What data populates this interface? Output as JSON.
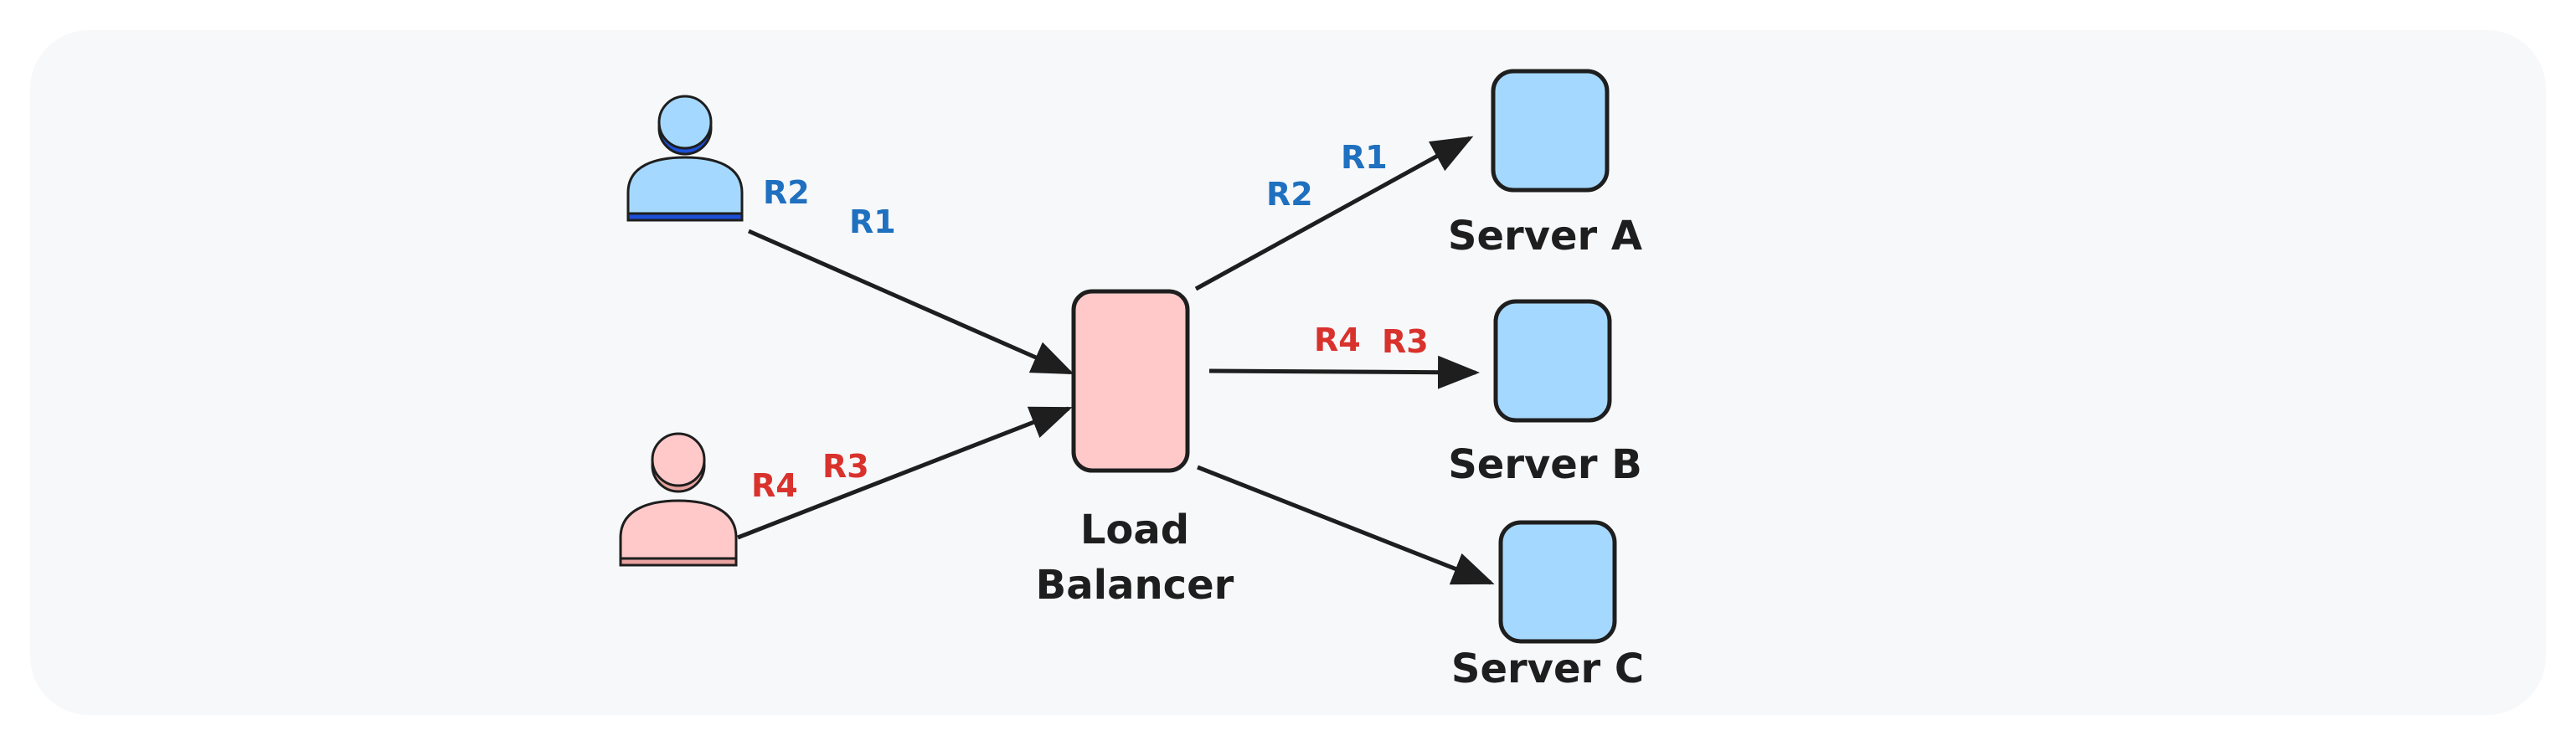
{
  "nodes": {
    "load_balancer": {
      "label_line1": "Load",
      "label_line2": "Balancer"
    },
    "server_a": {
      "label": "Server A"
    },
    "server_b": {
      "label": "Server B"
    },
    "server_c": {
      "label": "Server C"
    }
  },
  "requests": {
    "user_blue": {
      "first": "R2",
      "second": "R1"
    },
    "user_red": {
      "first": "R4",
      "second": "R3"
    },
    "to_server_a": {
      "first": "R2",
      "second": "R1"
    },
    "to_server_b": {
      "first": "R4",
      "second": "R3"
    }
  },
  "colors": {
    "user_blue_fill": "#a5d8ff",
    "user_blue_shadow": "#1c4fd8",
    "user_red_fill": "#ffc9c9",
    "user_red_shadow": "#e8a3a0",
    "load_balancer_fill": "#ffc9c9",
    "server_fill": "#a5d8ff",
    "stroke": "#1e1e1e",
    "request_blue": "#1f70bf",
    "request_red": "#d9322d",
    "background": "#f7f8fa"
  },
  "icons": {
    "user_blue": "user-icon",
    "user_red": "user-icon"
  }
}
